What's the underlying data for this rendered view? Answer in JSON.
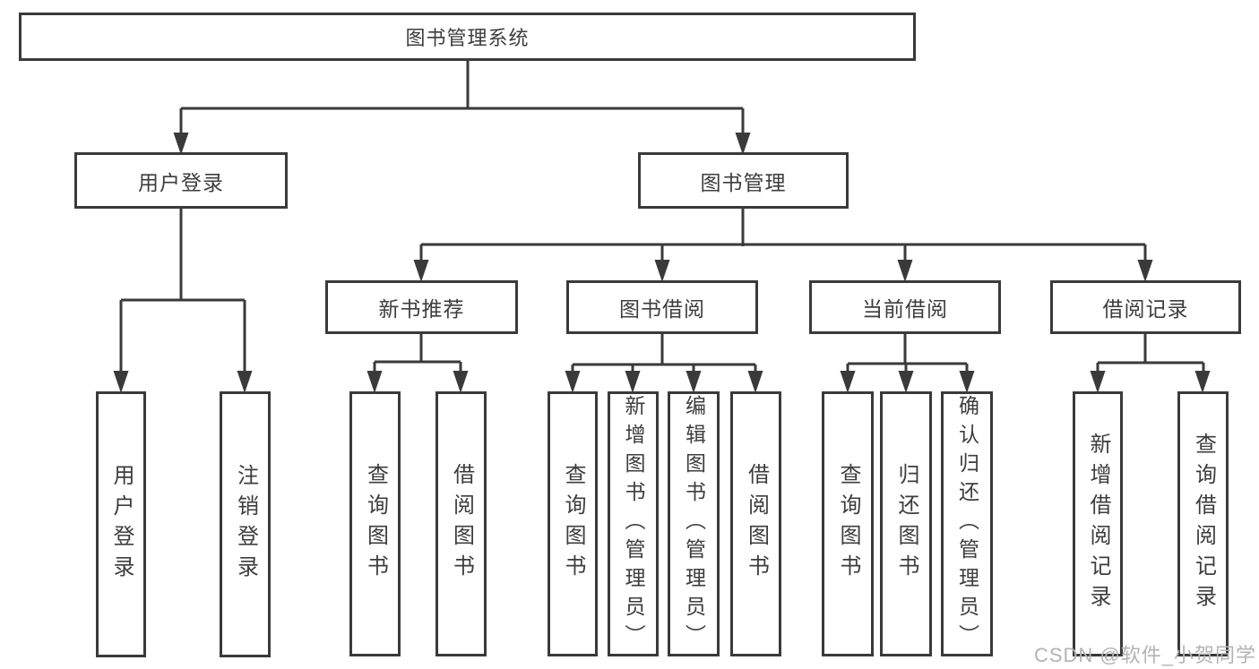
{
  "diagram": {
    "type": "hierarchy-tree",
    "tree": {
      "root": {
        "label": "图书管理系统"
      },
      "children": [
        {
          "label": "用户登录",
          "children": [
            {
              "label": "用户登录"
            },
            {
              "label": "注销登录"
            }
          ]
        },
        {
          "label": "图书管理",
          "children": [
            {
              "label": "新书推荐",
              "children": [
                {
                  "label": "查询图书"
                },
                {
                  "label": "借阅图书"
                }
              ]
            },
            {
              "label": "图书借阅",
              "children": [
                {
                  "label": "查询图书"
                },
                {
                  "label": "新增图书（管理员）"
                },
                {
                  "label": "编辑图书（管理员）"
                },
                {
                  "label": "借阅图书"
                }
              ]
            },
            {
              "label": "当前借阅",
              "children": [
                {
                  "label": "查询图书"
                },
                {
                  "label": "归还图书"
                },
                {
                  "label": "确认归还（管理员）"
                }
              ]
            },
            {
              "label": "借阅记录",
              "children": [
                {
                  "label": "新增借阅记录"
                },
                {
                  "label": "查询借阅记录"
                }
              ]
            }
          ]
        }
      ]
    }
  },
  "watermark": "CSDN @软件_小贺同学",
  "colors": {
    "box_border": "#3a3a3a",
    "connector_line": "#3a3a3a",
    "text": "#3d3d3d",
    "watermark_text": "#b3b3b3",
    "background": "#ffffff"
  }
}
